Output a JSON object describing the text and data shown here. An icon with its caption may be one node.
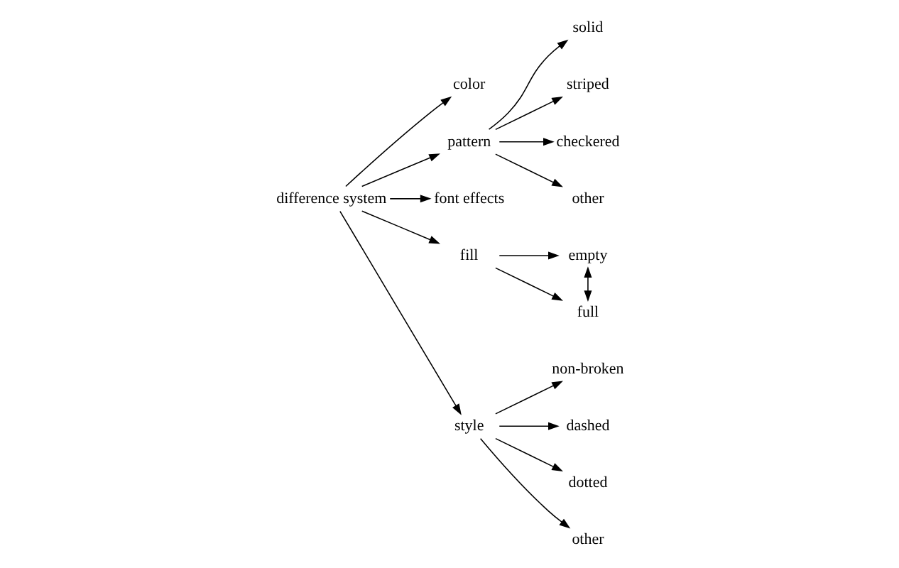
{
  "diagram": {
    "nodes": [
      {
        "text": [
          "difference system"
        ]
      },
      {
        "text": [
          "color"
        ]
      },
      {
        "text": [
          "pattern"
        ]
      },
      {
        "text": [
          "solid"
        ]
      },
      {
        "text": [
          "striped"
        ]
      },
      {
        "text": [
          "checkered"
        ]
      },
      {
        "text": [
          "other"
        ]
      },
      {
        "text": [
          "font effects"
        ]
      },
      {
        "text": [
          "fill"
        ]
      },
      {
        "text": [
          "empty"
        ]
      },
      {
        "text": [
          "full"
        ]
      },
      {
        "text": [
          "style"
        ]
      },
      {
        "text": [
          "non-broken"
        ]
      },
      {
        "text": [
          "dashed"
        ]
      },
      {
        "text": [
          "dotted"
        ]
      },
      {
        "text": [
          "other"
        ]
      }
    ],
    "edges": [
      {
        "from": 0,
        "to": 1,
        "arrow": "to"
      },
      {
        "from": 0,
        "to": 2,
        "arrow": "to"
      },
      {
        "from": 0,
        "to": 7,
        "arrow": "to"
      },
      {
        "from": 0,
        "to": 8,
        "arrow": "to"
      },
      {
        "from": 0,
        "to": 11,
        "arrow": "to"
      },
      {
        "from": 2,
        "to": 3,
        "arrow": "to"
      },
      {
        "from": 2,
        "to": 4,
        "arrow": "to"
      },
      {
        "from": 2,
        "to": 5,
        "arrow": "to"
      },
      {
        "from": 2,
        "to": 6,
        "arrow": "to"
      },
      {
        "from": 8,
        "to": 9,
        "arrow": "to"
      },
      {
        "from": 8,
        "to": 10,
        "arrow": "to"
      },
      {
        "from": 9,
        "to": 10,
        "arrow": "both"
      },
      {
        "from": 11,
        "to": 12,
        "arrow": "to"
      },
      {
        "from": 11,
        "to": 13,
        "arrow": "to"
      },
      {
        "from": 11,
        "to": 14,
        "arrow": "to"
      },
      {
        "from": 11,
        "to": 15,
        "arrow": "to"
      }
    ]
  }
}
